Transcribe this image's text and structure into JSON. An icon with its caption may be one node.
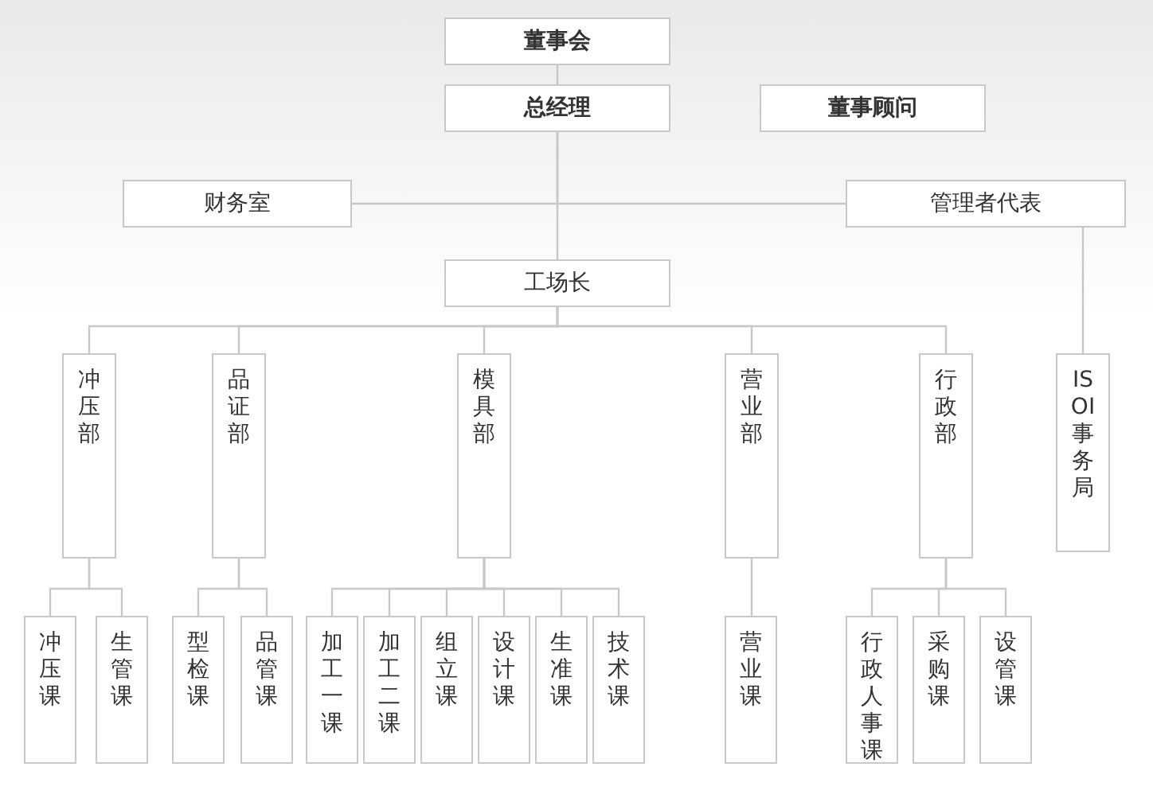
{
  "diagram": {
    "nodes": [
      {
        "text": [
          "董事会"
        ]
      },
      {
        "text": [
          "总经理"
        ]
      },
      {
        "text": [
          "董事顾问"
        ]
      },
      {
        "text": [
          "财务室"
        ]
      },
      {
        "text": [
          "管理者代表"
        ]
      },
      {
        "text": [
          "工场长"
        ]
      },
      {
        "text": [
          "冲压部"
        ]
      },
      {
        "text": [
          "品证部"
        ]
      },
      {
        "text": [
          "模具部"
        ]
      },
      {
        "text": [
          "营业部"
        ]
      },
      {
        "text": [
          "行政部"
        ]
      },
      {
        "text": [
          "ISOI 事务局"
        ]
      },
      {
        "text": [
          "冲压课"
        ]
      },
      {
        "text": [
          "生管课"
        ]
      },
      {
        "text": [
          "型检课"
        ]
      },
      {
        "text": [
          "品管课"
        ]
      },
      {
        "text": [
          "加工一课"
        ]
      },
      {
        "text": [
          "加工二课"
        ]
      },
      {
        "text": [
          "组立课"
        ]
      },
      {
        "text": [
          "设计课"
        ]
      },
      {
        "text": [
          "生准课"
        ]
      },
      {
        "text": [
          "技术课"
        ]
      },
      {
        "text": [
          "营业课"
        ]
      },
      {
        "text": [
          "行政人事课"
        ]
      },
      {
        "text": [
          "采购课"
        ]
      },
      {
        "text": [
          "设管课"
        ]
      }
    ],
    "edges": [
      {
        "from": 0,
        "to": 1,
        "arrow": "none"
      },
      {
        "from": 1,
        "to": 3,
        "arrow": "none"
      },
      {
        "from": 1,
        "to": 4,
        "arrow": "none"
      },
      {
        "from": 1,
        "to": 5,
        "arrow": "none"
      },
      {
        "from": 5,
        "to": 6,
        "arrow": "none"
      },
      {
        "from": 5,
        "to": 7,
        "arrow": "none"
      },
      {
        "from": 5,
        "to": 8,
        "arrow": "none"
      },
      {
        "from": 5,
        "to": 9,
        "arrow": "none"
      },
      {
        "from": 5,
        "to": 10,
        "arrow": "none"
      },
      {
        "from": 4,
        "to": 11,
        "arrow": "none"
      },
      {
        "from": 6,
        "to": 12,
        "arrow": "none"
      },
      {
        "from": 6,
        "to": 13,
        "arrow": "none"
      },
      {
        "from": 7,
        "to": 14,
        "arrow": "none"
      },
      {
        "from": 7,
        "to": 15,
        "arrow": "none"
      },
      {
        "from": 8,
        "to": 16,
        "arrow": "none"
      },
      {
        "from": 8,
        "to": 17,
        "arrow": "none"
      },
      {
        "from": 8,
        "to": 18,
        "arrow": "none"
      },
      {
        "from": 8,
        "to": 19,
        "arrow": "none"
      },
      {
        "from": 8,
        "to": 20,
        "arrow": "none"
      },
      {
        "from": 8,
        "to": 21,
        "arrow": "none"
      },
      {
        "from": 9,
        "to": 22,
        "arrow": "none"
      },
      {
        "from": 10,
        "to": 23,
        "arrow": "none"
      },
      {
        "from": 10,
        "to": 24,
        "arrow": "none"
      },
      {
        "from": 10,
        "to": 25,
        "arrow": "none"
      }
    ]
  }
}
